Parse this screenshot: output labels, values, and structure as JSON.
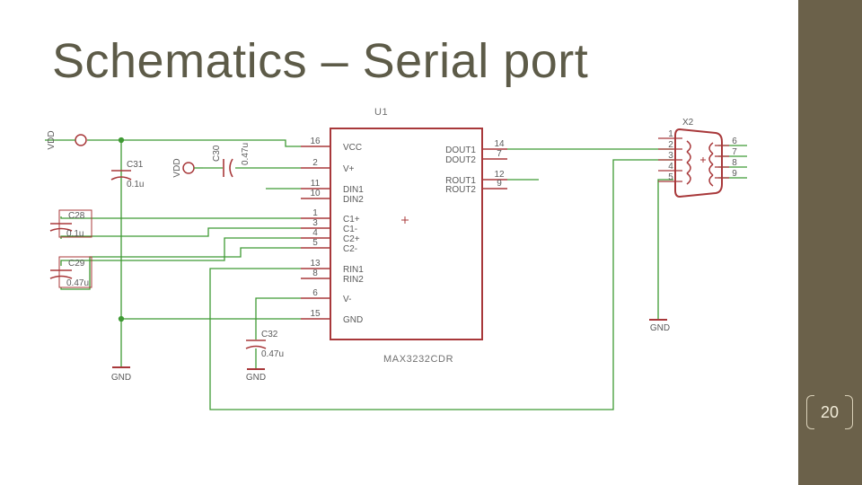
{
  "slide": {
    "title": "Schematics – Serial port",
    "page_number": "20",
    "colors": {
      "accent": "#6b614a",
      "title": "#5d5b48",
      "wire": "#3f9a34",
      "part": "#a8383a"
    }
  },
  "schematic": {
    "ic": {
      "ref": "U1",
      "part": "MAX3232CDR",
      "left_pins": [
        {
          "num": "16",
          "name": "VCC"
        },
        {
          "num": "2",
          "name": "V+"
        },
        {
          "num": "11",
          "name": "DIN1"
        },
        {
          "num": "10",
          "name": "DIN2"
        },
        {
          "num": "1",
          "name": "C1+"
        },
        {
          "num": "3",
          "name": "C1-"
        },
        {
          "num": "4",
          "name": "C2+"
        },
        {
          "num": "5",
          "name": "C2-"
        },
        {
          "num": "13",
          "name": "RIN1"
        },
        {
          "num": "8",
          "name": "RIN2"
        },
        {
          "num": "6",
          "name": "V-"
        },
        {
          "num": "15",
          "name": "GND"
        }
      ],
      "right_pins": [
        {
          "num": "14",
          "name": "DOUT1"
        },
        {
          "num": "7",
          "name": "DOUT2"
        },
        {
          "num": "12",
          "name": "ROUT1"
        },
        {
          "num": "9",
          "name": "ROUT2"
        }
      ]
    },
    "connector": {
      "ref": "X2",
      "pins_left": [
        "1",
        "2",
        "3",
        "4",
        "5"
      ],
      "pins_right": [
        "6",
        "7",
        "8",
        "9"
      ]
    },
    "capacitors": [
      {
        "ref": "C31",
        "value": "0.1u"
      },
      {
        "ref": "C30",
        "value": "0.47u"
      },
      {
        "ref": "C28",
        "value": "0.1u"
      },
      {
        "ref": "C29",
        "value": "0.47u"
      },
      {
        "ref": "C32",
        "value": "0.47u"
      }
    ],
    "supplies": [
      "VDD",
      "VDD"
    ],
    "grounds": [
      "GND",
      "GND",
      "GND"
    ]
  }
}
